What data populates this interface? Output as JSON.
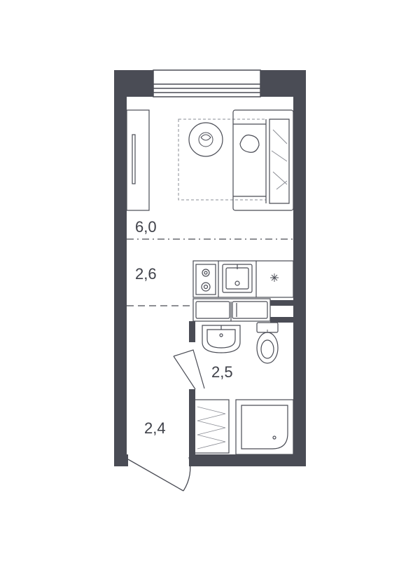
{
  "plan": {
    "rooms": [
      {
        "name": "living-room",
        "area": "6,0"
      },
      {
        "name": "kitchen",
        "area": "2,6"
      },
      {
        "name": "bathroom",
        "area": "2,5"
      },
      {
        "name": "hallway",
        "area": "2,4"
      }
    ],
    "colors": {
      "wall": "#4a4c55",
      "line": "#4a4c55",
      "thin": "#8a8c94",
      "text": "#3f4149"
    }
  }
}
